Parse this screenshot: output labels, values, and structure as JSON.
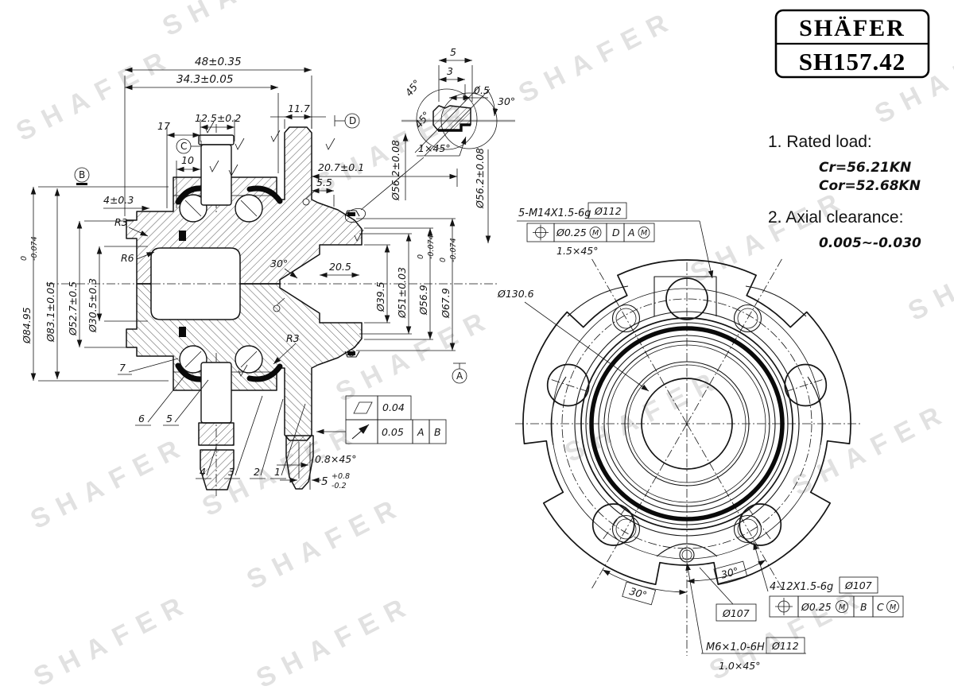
{
  "title_block": {
    "brand": "SHÄFER",
    "part": "SH157.42"
  },
  "notes": {
    "n1": "1. Rated load:",
    "cr": "Cr=56.21KN",
    "cor": "Cor=52.68KN",
    "n2": "2. Axial clearance:",
    "ax": "0.005~-0.030"
  },
  "watermark": {
    "text": "SHAFER",
    "color": "#c9c9c9"
  },
  "s": {
    "d48": "48±0.35",
    "d343": "34.3±0.05",
    "d117": "11.7",
    "d125": "12.5±0.2",
    "d17": "17",
    "d10": "10",
    "d207": "20.7±0.1",
    "d55": "5.5",
    "d4": "4±0.3",
    "dia84": "Ø84.95",
    "dia84sup": "0",
    "dia84sub": "-0.074",
    "dia831": "Ø83.1±0.05",
    "dia527": "Ø52.7±0.5",
    "dia305": "Ø30.5±0.3",
    "r3a": "R3",
    "r6": "R6",
    "r3b": "R3",
    "a30": "30°",
    "d205": "20.5",
    "dia395": "Ø39.5",
    "dia51": "Ø51±0.03",
    "dia569": "Ø56.9",
    "dia569sup": "0",
    "dia569sub": "-0.074",
    "dia679": "Ø67.9",
    "dia679sup": "0",
    "dia679sub": "-0.074",
    "dia562b": "Ø56.2±0.08",
    "ch08": "0.8×45°",
    "d5": "5",
    "d5sup": "+0.8",
    "d5sub": "-0.2",
    "b1": "1",
    "b2": "2",
    "b3": "3",
    "b4": "4",
    "b5": "5",
    "b6": "6",
    "b7": "7",
    "datumA": "A",
    "datumB": "B",
    "datumC": "C",
    "datumD": "D"
  },
  "dv": {
    "d5": "5",
    "d3": "3",
    "d05": "0.5",
    "a45a": "45°",
    "a45b": "45°",
    "a30": "30°",
    "ch": "1×45°",
    "dia562": "Ø56.2±0.08"
  },
  "gdt": {
    "flat_val": "0.04",
    "runout_val": "0.05",
    "refA": "A",
    "refB": "B"
  },
  "f": {
    "dia1306": "Ø130.6",
    "studs": "5-M14X1.5-6g",
    "studs_bc": "Ø112",
    "studs_ch": "1.5×45°",
    "fcf1": {
      "tol": "Ø0.25",
      "mod": "M",
      "ref1": "D",
      "ref2": "A",
      "ref2mod": "M"
    },
    "holes": "4-12X1.5-6g",
    "holes_bc": "Ø107",
    "bc107": "Ø107",
    "fcf2": {
      "tol": "Ø0.25",
      "mod": "M",
      "ref1": "B",
      "ref2": "C",
      "ref2mod": "M"
    },
    "m6": "M6×1.0-6H",
    "m6_bc": "Ø112",
    "m6_ch": "1.0×45°",
    "angL": "30°",
    "angR": "30°"
  }
}
